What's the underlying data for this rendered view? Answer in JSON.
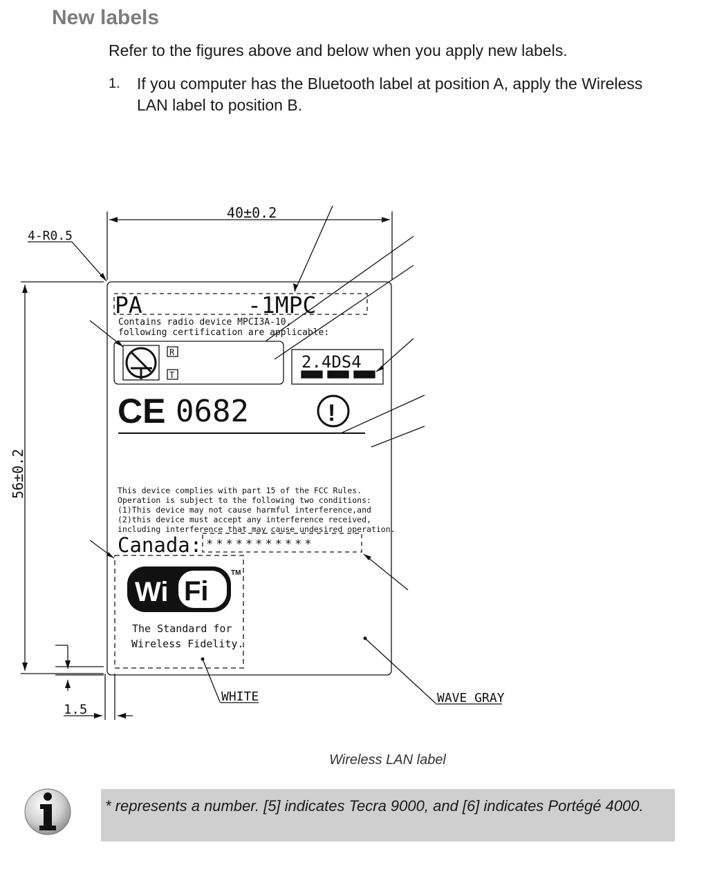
{
  "section": {
    "heading": "New labels",
    "intro": "Refer to the figures above and below when you apply new labels.",
    "steps": [
      {
        "number": "1.",
        "text": "If you computer has the Bluetooth label at position A, apply the Wireless LAN label to position B."
      }
    ]
  },
  "drawing": {
    "dim_width": "40±0.2",
    "dim_height": "56±0.2",
    "corner_radius": "4-R0.5",
    "margin_dim": "1.5",
    "model_prefix": "PA",
    "model_suffix": "-1MPC",
    "radio_line1": "Contains radio device MPCI3A-10,",
    "radio_line2": "following certification are applicable:",
    "mark_r": "R",
    "mark_t": "T",
    "band_code": "2.4DS4",
    "ce_number": "0682",
    "fcc_lines": [
      "This device complies with part 15 of the FCC Rules.",
      "Operation is subject to the following two conditions:",
      "(1)This device may not cause harmful interference,and",
      "(2)this device must accept any interference received,",
      "including interference that may cause undesired operation."
    ],
    "canada_label": "Canada:",
    "canada_code": "***********",
    "wifi_wi": "Wi",
    "wifi_fi": "Fi",
    "wifi_tm": "TM",
    "wifi_tag1": "The Standard for",
    "wifi_tag2": "Wireless Fidelity.",
    "color_white": "WHITE",
    "color_wave_gray": "WAVE GRAY",
    "icons": [
      "ce-mark-icon",
      "alert-circle-icon",
      "telec-mark-icon",
      "wifi-logo-icon",
      "info-icon"
    ]
  },
  "caption": "Wireless LAN label",
  "note": {
    "text": "* represents a number. [5] indicates Tecra 9000, and [6] indicates Portégé 4000."
  }
}
